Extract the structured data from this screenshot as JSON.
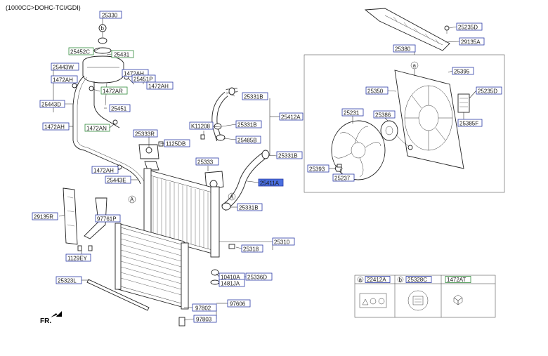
{
  "header": {
    "engine": "(1000CC>DOHC-TCI/GDI)"
  },
  "front_marker": "FR.",
  "callouts": {
    "a": "a",
    "b": "b",
    "a2": "A",
    "a3": "A"
  },
  "parts": {
    "p25330": "25330",
    "p25452C": "25452C",
    "p25431": "25431",
    "p25443W": "25443W",
    "p1472AH_a": "1472AH",
    "p1472AH_b": "1472AH",
    "p25451P": "25451P",
    "p1472AH_c": "1472AH",
    "p1472AR": "1472AR",
    "p25443D": "25443D",
    "p25451": "25451",
    "p1472AH_d": "1472AH",
    "p1472AN": "1472AN",
    "p25331B_a": "25331B",
    "p25412A": "25412A",
    "pK11208": "K11208",
    "p25331B_b": "25331B",
    "p25485B": "25485B",
    "p25333R": "25333R",
    "p1125DB": "1125DB",
    "p25331B_c": "25331B",
    "p1472AH_e": "1472AH",
    "p25333": "25333",
    "p25443E": "25443E",
    "p25411A": "25411A",
    "p25331B_d": "25331B",
    "p29135R": "29135R",
    "p97761P": "97761P",
    "p25310": "25310",
    "p25318": "25318",
    "p1129EY": "1129EY",
    "p10410A": "10410A",
    "p25336D": "25336D",
    "p1481JA": "1481JA",
    "p25323L": "25323L",
    "p97802": "97802",
    "p97606": "97606",
    "p97803": "97803",
    "p25235D_a": "25235D",
    "p29135A": "29135A",
    "p25380": "25380",
    "p25395": "25395",
    "p25350": "25350",
    "p25235D_b": "25235D",
    "p25231": "25231",
    "p25386": "25386",
    "p25385F": "25385F",
    "p25393": "25393",
    "p25237": "25237"
  },
  "legend": {
    "a_code": "22412A",
    "b_code": "25328C",
    "c_code": "1472AT"
  },
  "colors": {
    "blue_box": "#2a3aa6",
    "green_box": "#2f8a3a",
    "selected_fill": "#4a6fe0"
  }
}
